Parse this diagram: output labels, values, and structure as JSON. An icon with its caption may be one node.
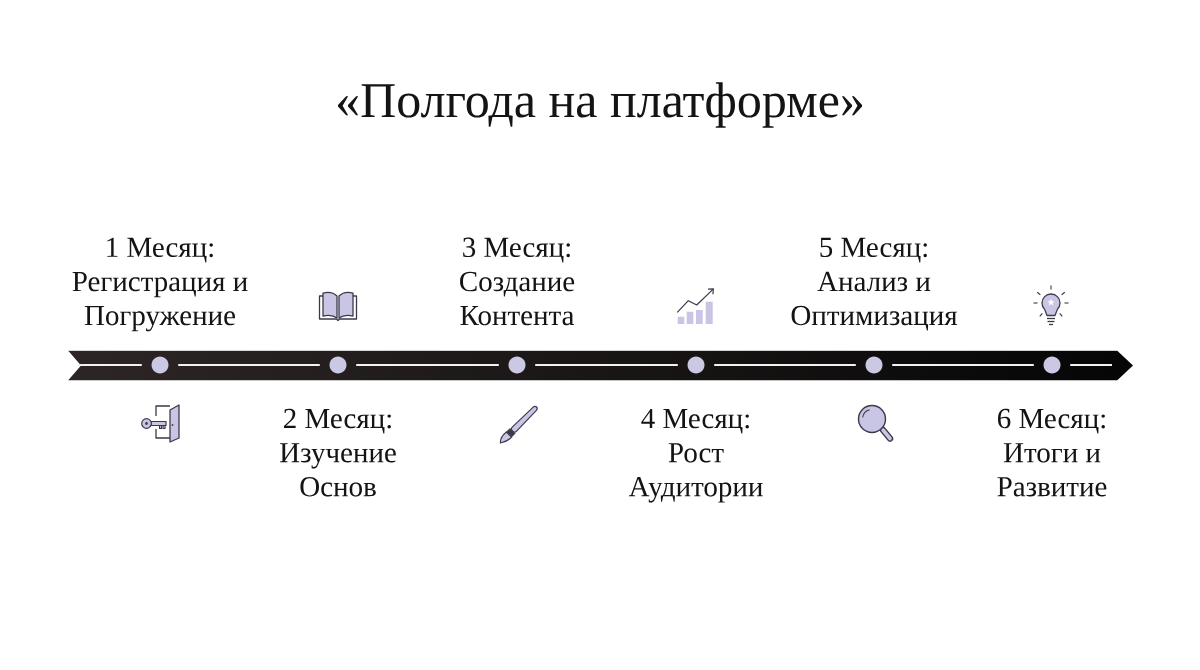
{
  "diagram": {
    "title": "«Полгода на платформе»",
    "nodes": [
      {
        "text": [],
        "shape": "circle",
        "beside": [
          "1 Месяц:",
          "Регистрация и Погружение"
        ]
      },
      {
        "text": [],
        "shape": "circle",
        "beside": [
          "2 Месяц:",
          "Изучение Основ"
        ]
      },
      {
        "text": [],
        "shape": "circle",
        "beside": [
          "3 Месяц:",
          "Создание Контента"
        ]
      },
      {
        "text": [],
        "shape": "circle",
        "beside": [
          "4 Месяц:",
          "Рост Аудитории"
        ]
      },
      {
        "text": [],
        "shape": "circle",
        "beside": [
          "5 Месяц:",
          "Анализ и Оптимизация"
        ]
      },
      {
        "text": [],
        "shape": "circle",
        "beside": [
          "6 Месяц:",
          "Итоги и Развитие"
        ]
      }
    ],
    "edges": [
      {
        "from": null,
        "to": 0,
        "arrow": "none"
      },
      {
        "from": 0,
        "to": 1,
        "arrow": "none"
      },
      {
        "from": 1,
        "to": 2,
        "arrow": "none"
      },
      {
        "from": 2,
        "to": 3,
        "arrow": "none"
      },
      {
        "from": 3,
        "to": 4,
        "arrow": "none"
      },
      {
        "from": 4,
        "to": 5,
        "arrow": "none"
      },
      {
        "from": 5,
        "to": null,
        "arrow": "none"
      }
    ]
  }
}
